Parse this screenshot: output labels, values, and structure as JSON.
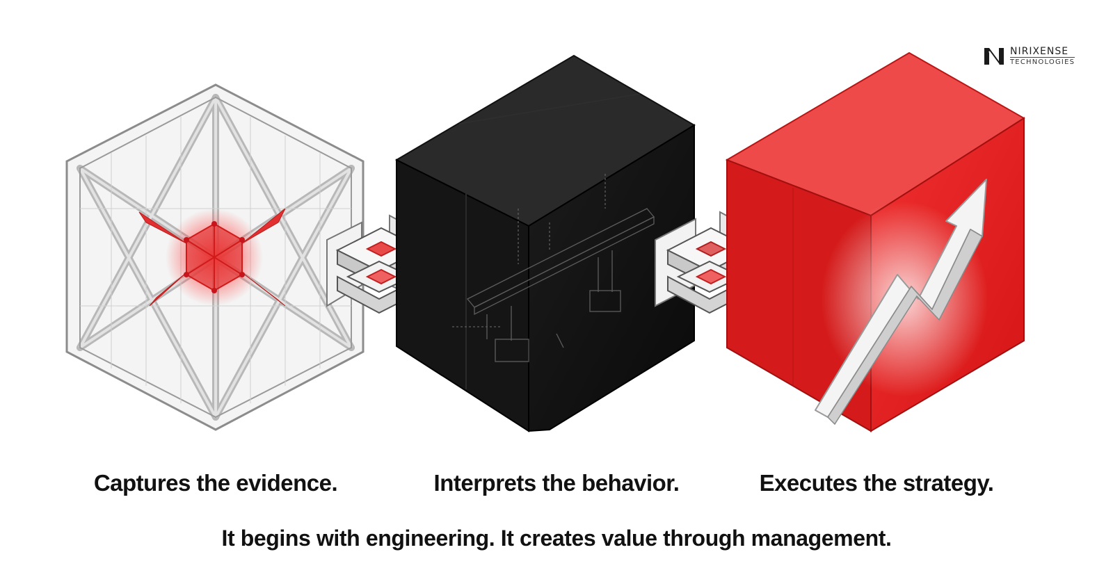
{
  "brand": {
    "name": "NIRIXENSE",
    "sub": "TECHNOLOGIES",
    "logo_icon": "n-logo-icon"
  },
  "stages": [
    {
      "caption": "Captures the evidence.",
      "block": "wireframe-cube",
      "accent": "#e8262b"
    },
    {
      "caption": "Interprets the behavior.",
      "block": "black-cube",
      "accent": "#111111"
    },
    {
      "caption": "Executes the strategy.",
      "block": "red-cube",
      "accent": "#e3201f"
    }
  ],
  "connectors": [
    "joint-connector-icon",
    "joint-connector-icon"
  ],
  "tagline": "It begins with engineering. It creates value through management.",
  "colors": {
    "red": "#e3201f",
    "black": "#111111",
    "grey": "#d9d9d9"
  }
}
